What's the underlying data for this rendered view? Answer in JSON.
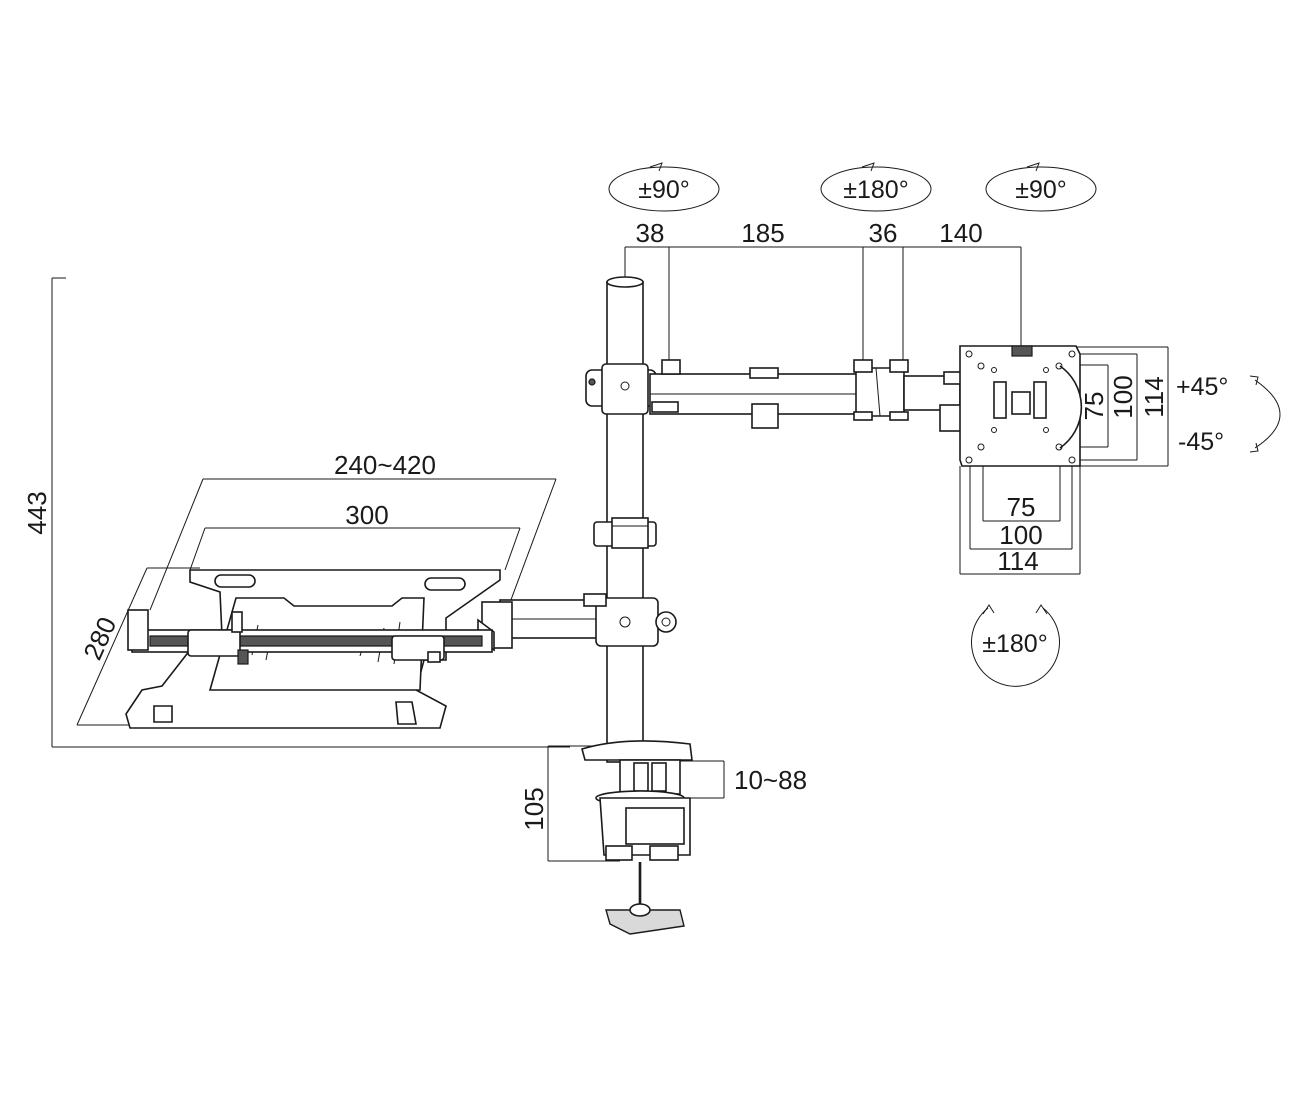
{
  "dimensions": {
    "total_height": "443",
    "laptop_width_range": "240~420",
    "laptop_tray_width": "300",
    "laptop_tray_depth": "280",
    "arm_segment_1": "38",
    "arm_segment_2": "185",
    "arm_segment_3": "36",
    "arm_segment_4": "140",
    "vesa_v_75": "75",
    "vesa_v_100": "100",
    "vesa_v_114": "114",
    "vesa_h_75": "75",
    "vesa_h_100": "100",
    "vesa_h_114": "114",
    "clamp_height": "105",
    "desk_thickness_range": "10~88"
  },
  "rotations": {
    "pole_swivel": "±90°",
    "elbow_swivel": "±180°",
    "head_swivel": "±90°",
    "tilt_up": "+45°",
    "tilt_down": "-45°",
    "screen_rotation": "±180°"
  }
}
